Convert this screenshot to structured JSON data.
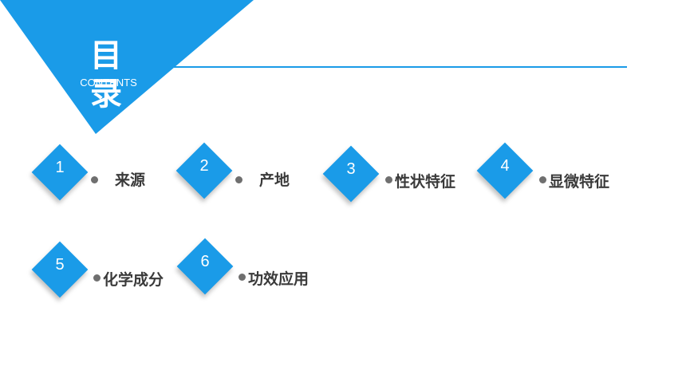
{
  "header": {
    "title": "目 录",
    "subtitle": "CONTENTS",
    "accent_color": "#1a9be8"
  },
  "items": [
    {
      "number": "1",
      "label": "来源"
    },
    {
      "number": "2",
      "label": "产地"
    },
    {
      "number": "3",
      "label": "性状特征"
    },
    {
      "number": "4",
      "label": "显微特征"
    },
    {
      "number": "5",
      "label": "化学成分"
    },
    {
      "number": "6",
      "label": "功效应用"
    }
  ]
}
